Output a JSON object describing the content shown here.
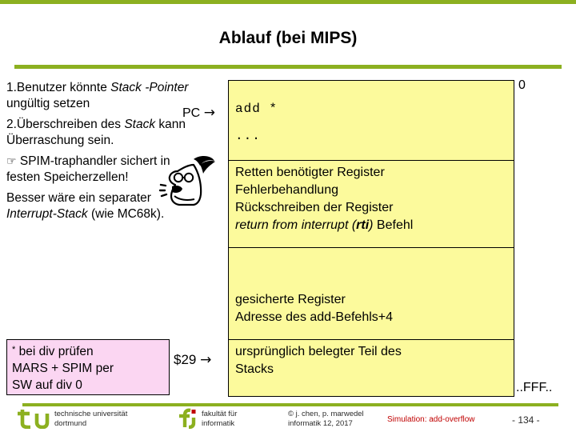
{
  "theme": {
    "accent_green": "#8CB020",
    "memory_yellow": "#FCFA9C",
    "note_pink": "#FBD6F2",
    "sim_red": "#C00000"
  },
  "slide": {
    "title": "Ablauf (bei MIPS)",
    "page_number": "-  134 -"
  },
  "left_column": {
    "items": [
      {
        "parts": [
          {
            "text": "1.Benutzer könnte ",
            "style": "normal"
          },
          {
            "text": "Stack",
            "style": "italic"
          },
          {
            "text": " -Pointer",
            "style": "italic"
          },
          {
            "text": " ungültig setzen",
            "style": "normal"
          }
        ]
      },
      {
        "parts": [
          {
            "text": "2.Überschreiben des ",
            "style": "normal"
          },
          {
            "text": "Stack",
            "style": "italic"
          },
          {
            "text": " kann Überraschung sein.",
            "style": "normal"
          }
        ]
      },
      {
        "parts": [
          {
            "text": "☞",
            "style": "glyph"
          },
          {
            "text": " SPIM-traphandler sichert in festen Speicherzellen!",
            "style": "normal"
          }
        ]
      },
      {
        "parts": [
          {
            "text": "Besser wäre ein separater ",
            "style": "normal"
          },
          {
            "text": "Interrupt-Stack",
            "style": "italic"
          },
          {
            "text": " (wie MC68k).",
            "style": "normal"
          }
        ]
      }
    ]
  },
  "note_box": {
    "star": "*",
    "lines": [
      " bei div prüfen",
      "MARS + SPIM per",
      "SW auf div 0"
    ]
  },
  "pointers": {
    "pc": {
      "label": "PC",
      "arrow": "→"
    },
    "sp": {
      "label": "$29",
      "arrow": "→"
    }
  },
  "cartoon": {
    "name": "shouting-head-clipart"
  },
  "memory_diagram": {
    "address_top": "0",
    "address_bottom": "..FFF..",
    "cells": [
      {
        "id": "code-cell",
        "lines": [
          {
            "text": "add  *",
            "style": "mono"
          },
          {
            "text": "...",
            "style": "mono"
          }
        ]
      },
      {
        "id": "handler-cell",
        "lines": [
          {
            "text": "Retten benötigter Register",
            "style": "normal"
          },
          {
            "text": "Fehlerbehandlung",
            "style": "normal"
          },
          {
            "text": "Rückschreiben der Register",
            "style": "normal"
          },
          {
            "text": "return from interrupt (rti) Befehl",
            "style": "italic-rti"
          }
        ]
      },
      {
        "id": "saved-cell",
        "lines": [
          {
            "text": "gesicherte Register",
            "style": "normal"
          },
          {
            "text": "Adresse des add-Befehls+4",
            "style": "normal"
          }
        ]
      },
      {
        "id": "stack-cell",
        "lines": [
          {
            "text": "ursprünglich belegter Teil des",
            "style": "normal"
          },
          {
            "text": "Stacks",
            "style": "normal"
          }
        ]
      }
    ]
  },
  "footer": {
    "tu_logo": {
      "line1": "technische universität",
      "line2": "dortmund"
    },
    "fi_logo": {
      "line1": "fakultät für",
      "line2": "informatik"
    },
    "copyright": {
      "line1": "© j. chen, p. marwedel",
      "line2": "informatik 12,  2017"
    },
    "simulation": "Simulation: add-overflow"
  }
}
